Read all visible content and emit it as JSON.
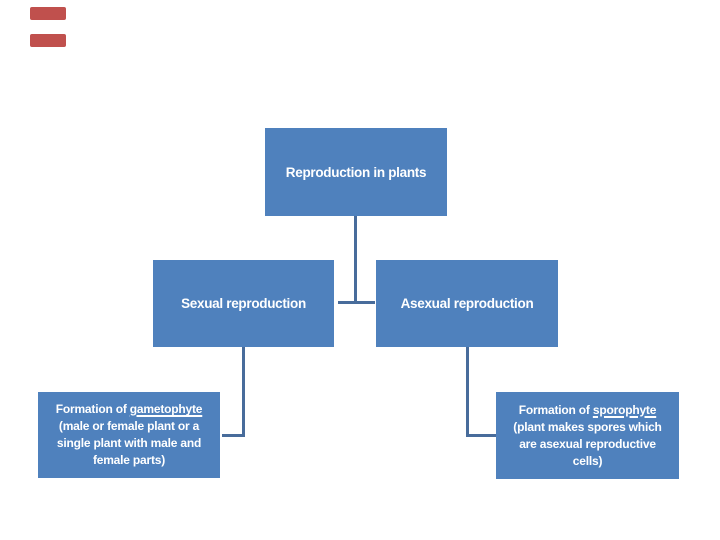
{
  "colors": {
    "background": "#ffffff",
    "box_fill": "#4f81bd",
    "box_text": "#ffffff",
    "connector": "#486c9b",
    "accent_bar": "#c0504d"
  },
  "decorations": {
    "accent_bars": [
      {
        "color": "#c0504d"
      },
      {
        "color": "#c0504d"
      }
    ]
  },
  "diagram": {
    "root": {
      "label": "Reproduction in plants"
    },
    "level2": [
      {
        "label": "Sexual reproduction"
      },
      {
        "label": "Asexual reproduction"
      }
    ],
    "level3": [
      {
        "prefix": "Formation of ",
        "keyword": "gametophyte",
        "detail_lines": [
          "(male or female plant or a",
          "single plant with male and",
          "female parts)"
        ]
      },
      {
        "prefix": "Formation of ",
        "keyword": "sporophyte",
        "detail_lines": [
          "(plant makes spores which",
          "are asexual reproductive",
          "cells)"
        ]
      }
    ]
  }
}
